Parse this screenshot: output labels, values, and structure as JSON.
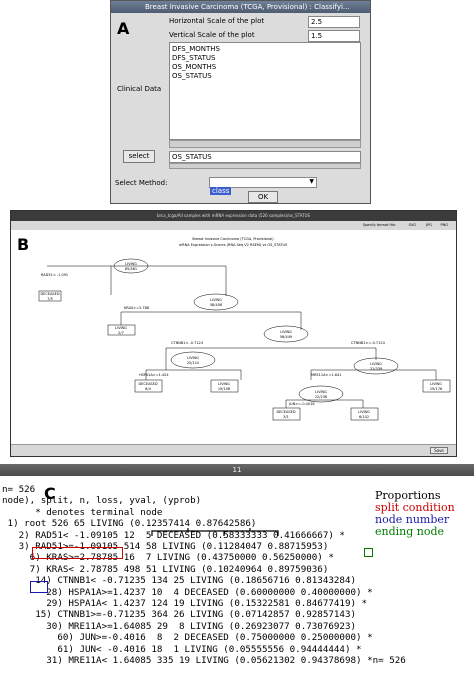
{
  "panel_a": {
    "letter": "A",
    "window_title": "Breast Invasive Carcinoma (TCGA, Provisional) : Classifyi...",
    "hscale_label": "Horizontal Scale of the plot",
    "hscale_value": "2.5",
    "vscale_label": "Vertical Scale of the plot",
    "vscale_value": "1.5",
    "clinical_label": "Clinical Data",
    "clinical_items": [
      "DFS_MONTHS",
      "DFS_STATUS",
      "OS_MONTHS",
      "OS_STATUS"
    ],
    "select_button": "select",
    "select_value": "OS_STATUS",
    "method_label": "Select Method:",
    "method_value": "class",
    "ok_button": "OK"
  },
  "panel_b": {
    "letter": "B",
    "window_title": "brca_tcga/All samples with mRNA expression data (526 samples)/os_STATUS",
    "format_label": "Specify format file:",
    "formats": [
      "SVG",
      "JPG",
      "PNG"
    ],
    "plot_title": "Breast Invasive Carcinoma (TCGA, Provisional)",
    "plot_subtitle": "mRNA Expression z-Scores (RNA Seq V2 RSEM)   vs   OS_STATUS",
    "save_button": "Save",
    "nodes": {
      "root": [
        "LIVING",
        "65/461"
      ],
      "rad51_split": "RAD51< -1.091",
      "deceased_leaf": [
        "DECEASED",
        "7/5"
      ],
      "living_mid": [
        "LIVING",
        "58/456"
      ],
      "kras_split": "KRAS>=2.788",
      "living_leaf1": [
        "LIVING",
        "2/7"
      ],
      "living2": [
        "LIVING",
        "56/449"
      ],
      "ctnnb1_split": "CTNNB1< -0.7124",
      "living3": [
        "LIVING",
        "25/110"
      ],
      "ctnnb1_split2": "CTNNB1>=-0.7124",
      "living4": [
        "LIVING",
        "31/339"
      ],
      "hspa1a_split": "HSPA1A>=1.424",
      "deceased2": [
        "DECEASED",
        "6/4"
      ],
      "living5": [
        "LIVING",
        "19/106"
      ],
      "mre11a_split": "MRE11A>=1.641",
      "living6": [
        "LIVING",
        "22/236"
      ],
      "living7": [
        "LIVING",
        "9/103"
      ],
      "jun_split": "JUN>=-0.4016",
      "deceased3": [
        "DECEASED",
        "3/1"
      ],
      "living8": [
        "LIVING",
        "6/102"
      ],
      "living9": [
        "LIVING",
        "19/176"
      ]
    }
  },
  "panel_c": {
    "letter": "C",
    "window_title": "11",
    "lines": [
      "n= 526",
      "",
      "node), split, n, loss, yval, (yprob)",
      "      * denotes terminal node",
      "",
      " 1) root 526 65 LIVING (0.12357414 0.87642586)",
      "   2) RAD51< -1.09105 12  5 DECEASED (0.58333333 0.41666667) *",
      "   3) RAD51>=-1.09105 514 58 LIVING (0.11284047 0.88715953)",
      "     6) KRAS>=2.78785 16  7 LIVING (0.43750000 0.56250000) *",
      "     7) KRAS< 2.78785 498 51 LIVING (0.10240964 0.89759036)",
      "      14) CTNNB1< -0.71235 134 25 LIVING (0.18656716 0.81343284)",
      "        28) HSPA1A>=1.4237 10  4 DECEASED (0.60000000 0.40000000) *",
      "        29) HSPA1A< 1.4237 124 19 LIVING (0.15322581 0.84677419) *",
      "      15) CTNNB1>=-0.71235 364 26 LIVING (0.07142857 0.92857143)",
      "        30) MRE11A>=1.64085 29  8 LIVING (0.26923077 0.73076923)",
      "          60) JUN>=-0.4016  8  2 DECEASED (0.75000000 0.25000000) *",
      "          61) JUN< -0.4016 18  1 LIVING (0.05555556 0.94444444) *",
      "        31) MRE11A< 1.64085 335 19 LIVING (0.05621302 0.94378698) *n= 526"
    ],
    "legend": {
      "proportions": "Proportions",
      "split": "split condition",
      "node": "node number",
      "ending": "ending node"
    },
    "colors": {
      "proportions": "#000000",
      "split": "#cc0000",
      "node": "#1a1aaa",
      "ending": "#007a00"
    }
  }
}
